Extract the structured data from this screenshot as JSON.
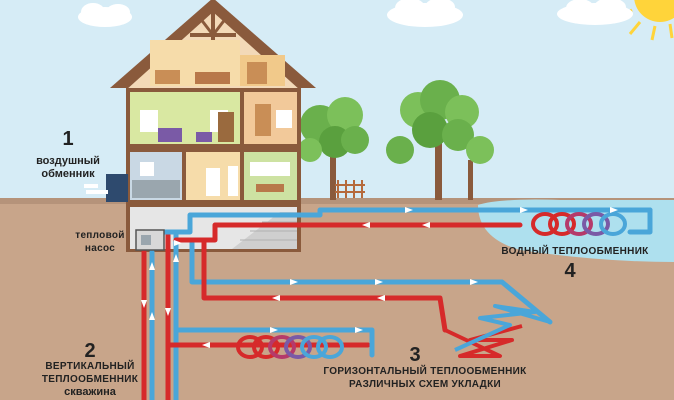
{
  "labels": {
    "air": {
      "number": "1",
      "line1": "воздушный",
      "line2": "обменник"
    },
    "pump": {
      "line1": "тепловой",
      "line2": "насос"
    },
    "vertical": {
      "number": "2",
      "line1": "ВЕРТИКАЛЬНЫЙ",
      "line2": "ТЕПЛООБМЕННИК",
      "line3": "скважина"
    },
    "horizontal": {
      "number": "3",
      "line1": "ГОРИЗОНТАЛЬНЫЙ ТЕПЛООБМЕННИК",
      "line2": "РАЗЛИЧНЫХ СХЕМ УКЛАДКИ"
    },
    "water": {
      "number": "4",
      "line1": "ВОДНЫЙ ТЕПЛООБМЕННИК"
    }
  },
  "colors": {
    "sky": "#d6ecf6",
    "ground": "#c8a58a",
    "pipe_hot": "#d62a2a",
    "pipe_cold": "#4aa6d9",
    "pond": "#aee0ee",
    "roof": "#8a5a3c"
  },
  "icons": [
    "sun-icon",
    "cloud-icon",
    "tree-icon",
    "heat-pump-icon",
    "air-exchanger-icon",
    "fence-icon"
  ]
}
